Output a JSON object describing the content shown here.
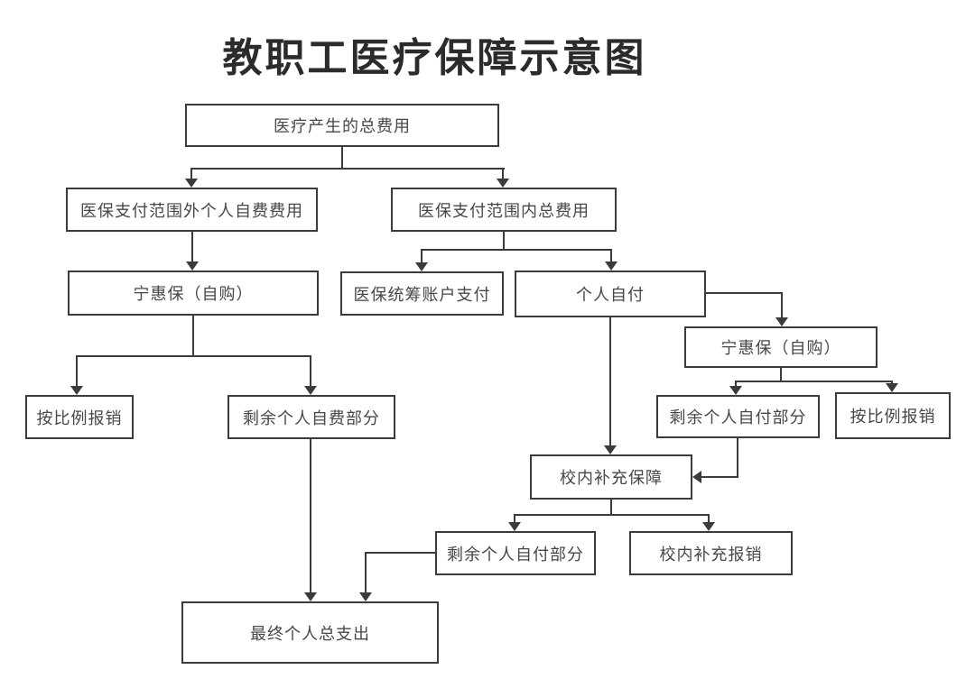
{
  "title": "教职工医疗保障示意图",
  "colors": {
    "line": "#3b3b3b",
    "box_border": "#3b3b3b",
    "box_text": "#474747",
    "title_text": "#2b2b2b",
    "background": "#ffffff"
  },
  "nodes": {
    "total_cost": {
      "label": "医疗产生的总费用"
    },
    "outside_scope": {
      "label": "医保支付范围外个人自费费用"
    },
    "inside_scope": {
      "label": "医保支付范围内总费用"
    },
    "ninghuibao_left": {
      "label": "宁惠保（自购）"
    },
    "pooled_account": {
      "label": "医保统筹账户支付"
    },
    "self_pay": {
      "label": "个人自付"
    },
    "ninghuibao_right": {
      "label": "宁惠保（自购）"
    },
    "proportional_left": {
      "label": "按比例报销"
    },
    "remaining_self_fee": {
      "label": "剩余个人自费部分"
    },
    "remaining_self_pay_upper": {
      "label": "剩余个人自付部分"
    },
    "proportional_right": {
      "label": "按比例报销"
    },
    "campus_supplement": {
      "label": "校内补充保障"
    },
    "remaining_self_pay_lower": {
      "label": "剩余个人自付部分"
    },
    "campus_reimburse": {
      "label": "校内补充报销"
    },
    "final_total": {
      "label": "最终个人总支出"
    }
  }
}
